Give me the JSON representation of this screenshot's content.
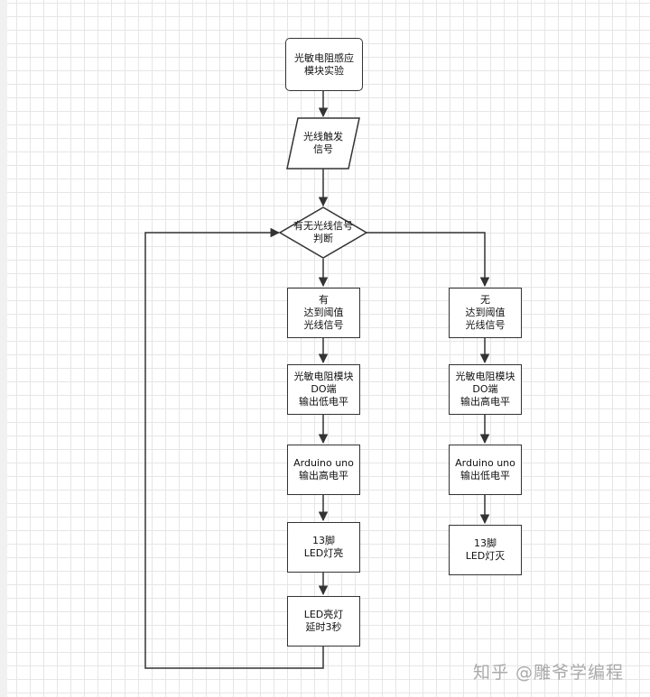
{
  "flowchart": {
    "start": {
      "lines": [
        "光敏电阻感应",
        "模块实验"
      ]
    },
    "input": {
      "lines": [
        "光线触发",
        "信号"
      ]
    },
    "decision": {
      "lines": [
        "有无光线信号",
        "判断"
      ]
    },
    "yes_branch": [
      {
        "lines": [
          "有",
          "达到阈值",
          "光线信号"
        ]
      },
      {
        "lines": [
          "光敏电阻模块",
          "DO端",
          "输出低电平"
        ]
      },
      {
        "lines": [
          "Arduino uno",
          "输出高电平"
        ]
      },
      {
        "lines": [
          "13脚",
          "LED灯亮"
        ]
      },
      {
        "lines": [
          "LED亮灯",
          "延时3秒"
        ]
      }
    ],
    "no_branch": [
      {
        "lines": [
          "无",
          "达到阈值",
          "光线信号"
        ]
      },
      {
        "lines": [
          "光敏电阻模块",
          "DO端",
          "输出高电平"
        ]
      },
      {
        "lines": [
          "Arduino uno",
          "输出低电平"
        ]
      },
      {
        "lines": [
          "13脚",
          "LED灯灭"
        ]
      }
    ]
  },
  "watermark": "知乎 @雕爷学编程",
  "colors": {
    "stroke": "#333333",
    "grid": "#e6e6e6",
    "text": "#111111"
  }
}
